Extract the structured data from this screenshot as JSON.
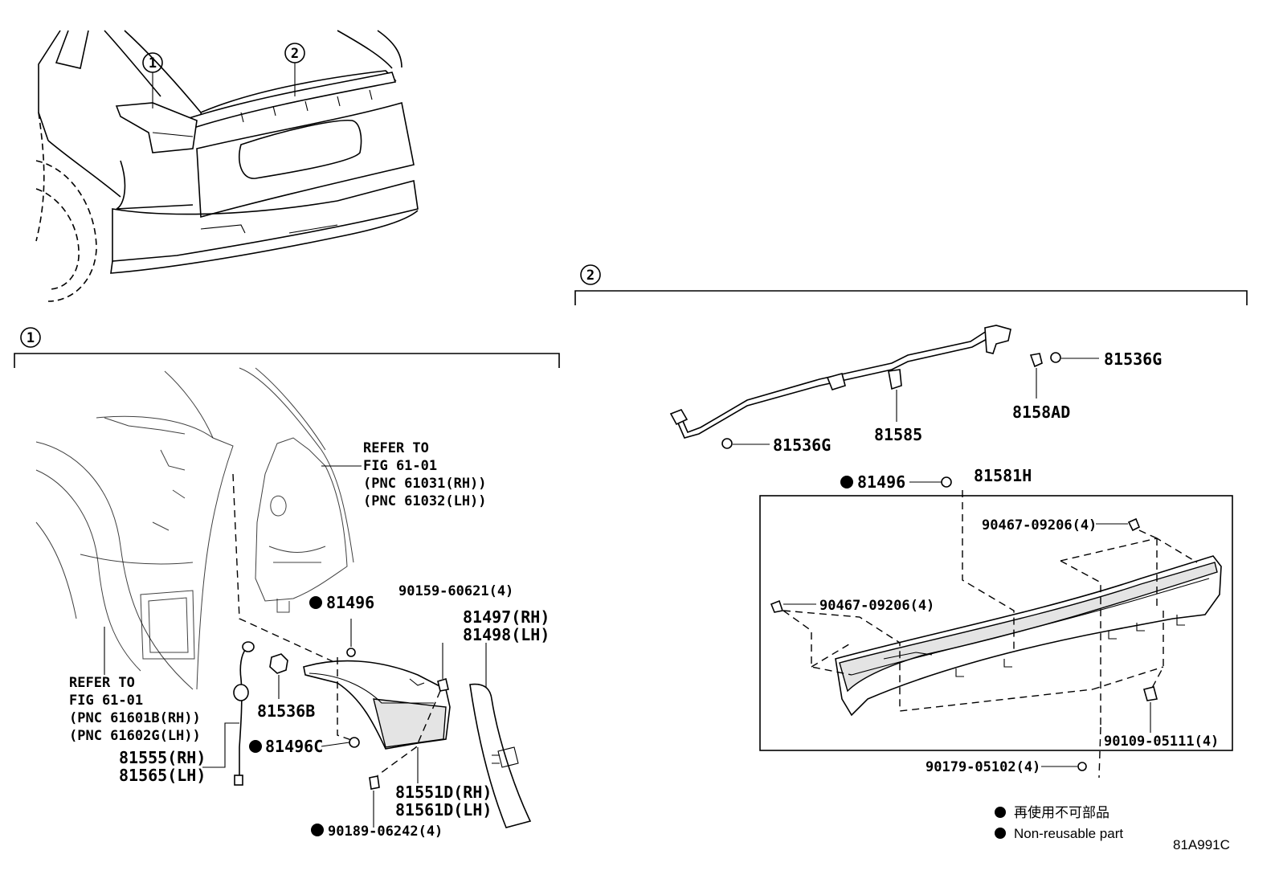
{
  "callouts": {
    "c1": "1",
    "c2": "2"
  },
  "section1": {
    "refer_a": [
      "REFER TO",
      "FIG 61-01",
      "(PNC 61031(RH))",
      "(PNC 61032(LH))"
    ],
    "refer_b": [
      "REFER TO",
      "FIG 61-01",
      "(PNC 61601B(RH))",
      "(PNC 61602G(LH))"
    ],
    "labels": {
      "p81496": "81496",
      "p90159": "90159-60621(4)",
      "p81497": "81497(RH)",
      "p81498": "81498(LH)",
      "p81536B": "81536B",
      "p81496C": "81496C",
      "p81555": "81555(RH)",
      "p81565": "81565(LH)",
      "p81551D": "81551D(RH)",
      "p81561D": "81561D(LH)",
      "p90189": "90189-06242(4)"
    }
  },
  "section2": {
    "labels": {
      "p81536G_a": "81536G",
      "p8158AD": "8158AD",
      "p81585": "81585",
      "p81536G_b": "81536G",
      "p81496": "81496",
      "p81581H": "81581H",
      "p90467_a": "90467-09206(4)",
      "p90467_b": "90467-09206(4)",
      "p90109": "90109-05111(4)",
      "p90179": "90179-05102(4)"
    }
  },
  "legend": {
    "ja": "再使用不可部品",
    "en": "Non-reusable part"
  },
  "figure_code": "81A991C",
  "colors": {
    "line": "#000000",
    "background": "#ffffff",
    "shade": "#e4e4e4"
  }
}
